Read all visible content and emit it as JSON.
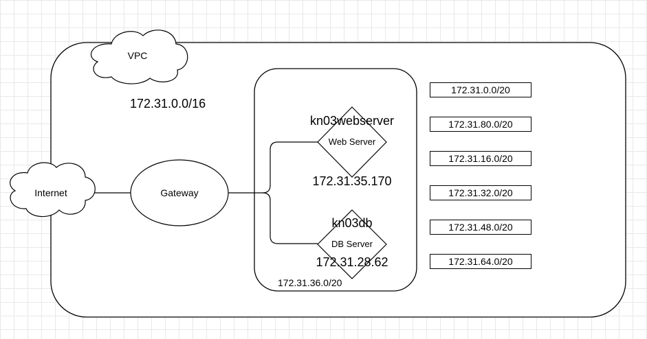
{
  "vpc": {
    "label": "VPC",
    "cidr": "172.31.0.0/16"
  },
  "internet": {
    "label": "Internet"
  },
  "gateway": {
    "label": "Gateway"
  },
  "subnet_group": {
    "cidr": "172.31.36.0/20"
  },
  "web_server": {
    "hostname": "kn03webserver",
    "role": "Web Server",
    "ip": "172.31.35.170"
  },
  "db_server": {
    "hostname": "kn03db",
    "role": "DB Server",
    "ip": "172.31.28.62"
  },
  "subnets": [
    "172.31.0.0/20",
    "172.31.80.0/20",
    "172.31.16.0/20",
    "172.31.32.0/20",
    "172.31.48.0/20",
    "172.31.64.0/20"
  ]
}
